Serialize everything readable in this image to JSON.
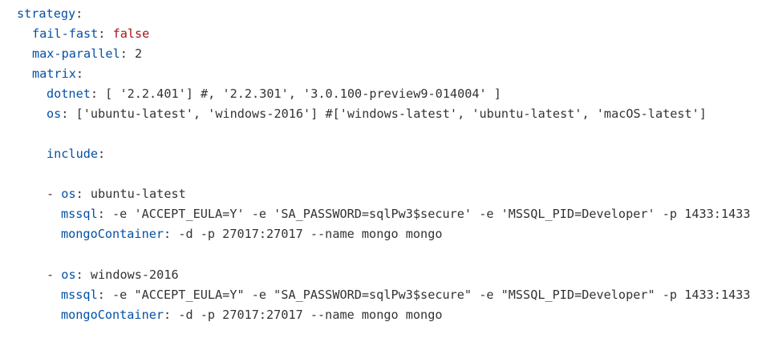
{
  "code": {
    "strategy_key": "strategy",
    "failfast_key": "fail-fast",
    "failfast_value": "false",
    "maxparallel_key": "max-parallel",
    "maxparallel_value": "2",
    "matrix_key": "matrix",
    "dotnet_key": "dotnet",
    "dotnet_value": "[ '2.2.401'] #, '2.2.301', '3.0.100-preview9-014004' ]",
    "os_key": "os",
    "os_value": "['ubuntu-latest', 'windows-2016'] #['windows-latest', 'ubuntu-latest', 'macOS-latest']",
    "include_key": "include",
    "include_items": [
      {
        "os_key": "os",
        "os_value": "ubuntu-latest",
        "mssql_key": "mssql",
        "mssql_value": "-e 'ACCEPT_EULA=Y' -e 'SA_PASSWORD=sqlPw3$secure' -e 'MSSQL_PID=Developer' -p 1433:1433",
        "mongo_key": "mongoContainer",
        "mongo_value": "-d -p 27017:27017 --name mongo mongo"
      },
      {
        "os_key": "os",
        "os_value": "windows-2016",
        "mssql_key": "mssql",
        "mssql_value": "-e \"ACCEPT_EULA=Y\" -e \"SA_PASSWORD=sqlPw3$secure\" -e \"MSSQL_PID=Developer\" -p 1433:1433",
        "mongo_key": "mongoContainer",
        "mongo_value": "-d -p 27017:27017 --name mongo mongo"
      }
    ]
  },
  "colors": {
    "key": "#0451a5",
    "boolean": "#a31515",
    "text": "#333333",
    "background": "#ffffff"
  }
}
